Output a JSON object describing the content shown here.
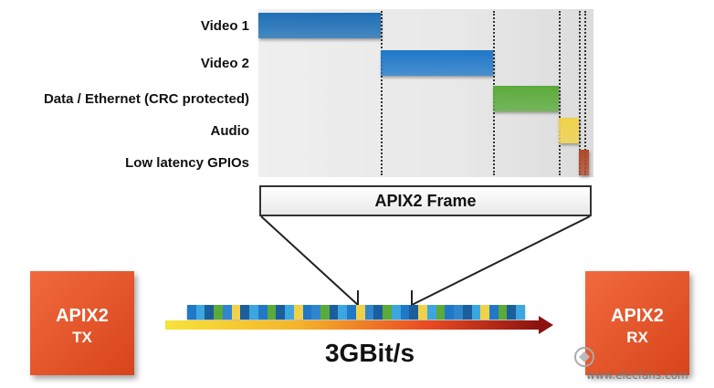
{
  "chart_data": {
    "type": "timeline",
    "title": "APIX2 Frame",
    "rows": [
      {
        "label": "Video 1",
        "start": 0,
        "end": 37,
        "color": "#1d6fb5"
      },
      {
        "label": "Video 2",
        "start": 37,
        "end": 71,
        "color": "#1f78c8"
      },
      {
        "label": "Data / Ethernet (CRC protected)",
        "start": 71,
        "end": 91,
        "color": "#5aab3a"
      },
      {
        "label": "Audio",
        "start": 91,
        "end": 97,
        "color": "#f0d24a"
      },
      {
        "label": "Low latency GPIOs",
        "start": 97,
        "end": 100,
        "color": "#b04a2a"
      }
    ],
    "dividers": [
      37,
      71,
      91,
      97,
      98.6
    ],
    "xlim": [
      0,
      100
    ]
  },
  "frame_label": "APIX2 Frame",
  "tx": {
    "line1": "APIX2",
    "line2": "TX"
  },
  "rx": {
    "line1": "APIX2",
    "line2": "RX"
  },
  "speed": "3GBit/s",
  "stream_colors": [
    "#1f78c8",
    "#3ba6e0",
    "#1b5e9c",
    "#5aab3a",
    "#2f86cf",
    "#f0d24a",
    "#1b5e9c",
    "#3ba6e0",
    "#1f78c8",
    "#5aab3a",
    "#1b5e9c",
    "#3ba6e0",
    "#f0d24a",
    "#1f78c8",
    "#2f86cf",
    "#5aab3a",
    "#1b5e9c",
    "#3ba6e0",
    "#1f78c8",
    "#f0d24a",
    "#2f86cf",
    "#1b5e9c",
    "#5aab3a",
    "#3ba6e0",
    "#1f78c8",
    "#1b5e9c",
    "#f0d24a",
    "#3ba6e0",
    "#5aab3a",
    "#1f78c8",
    "#2f86cf",
    "#1b5e9c",
    "#3ba6e0",
    "#f0d24a",
    "#1f78c8",
    "#5aab3a",
    "#1b5e9c",
    "#3ba6e0"
  ],
  "watermark": {
    "text": "www.elecfans.com"
  }
}
